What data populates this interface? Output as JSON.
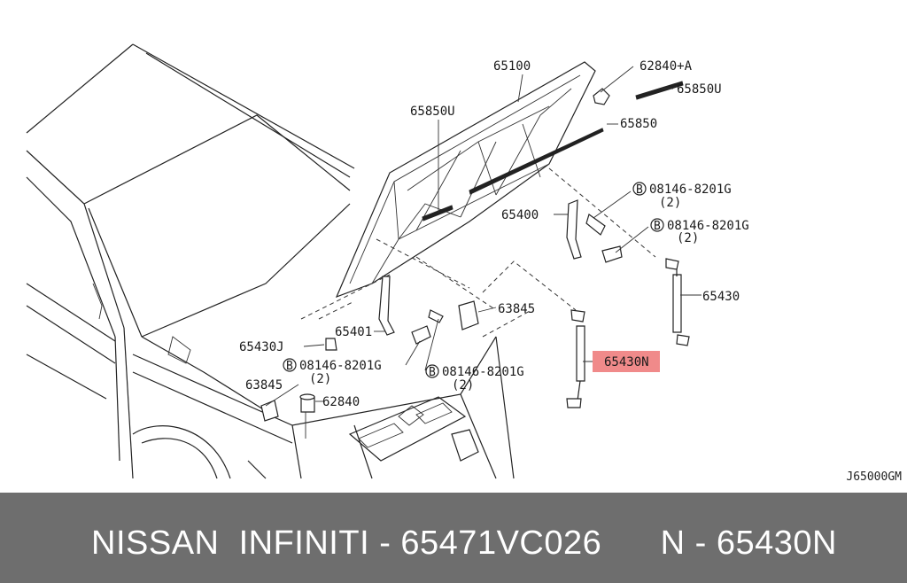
{
  "diagram": {
    "code": "J65000GM",
    "highlight_color": "#f08a8a",
    "labels": {
      "hood": "65100",
      "hood_bumper": "62840+A",
      "seal_u_right": "65850U",
      "seal_u_left": "65850U",
      "seal": "65850",
      "hinge_right": "65400",
      "bolt_a": "08146-8201G",
      "bolt_a_qty": "(2)",
      "bolt_b": "08146-8201G",
      "bolt_b_qty": "(2)",
      "stay_right": "65430",
      "clip_right": "63845",
      "hinge_left": "65401",
      "stay_clip": "65430J",
      "bolt_c": "08146-8201G",
      "bolt_c_qty": "(2)",
      "bolt_d": "08146-8201G",
      "bolt_d_qty": "(2)",
      "stay_highlighted": "65430N",
      "clip_left": "63845",
      "bumper_left": "62840",
      "circle_b": "B"
    }
  },
  "footer": {
    "text": "NISSAN  INFINITI - 65471VC026      N - 65430N"
  }
}
